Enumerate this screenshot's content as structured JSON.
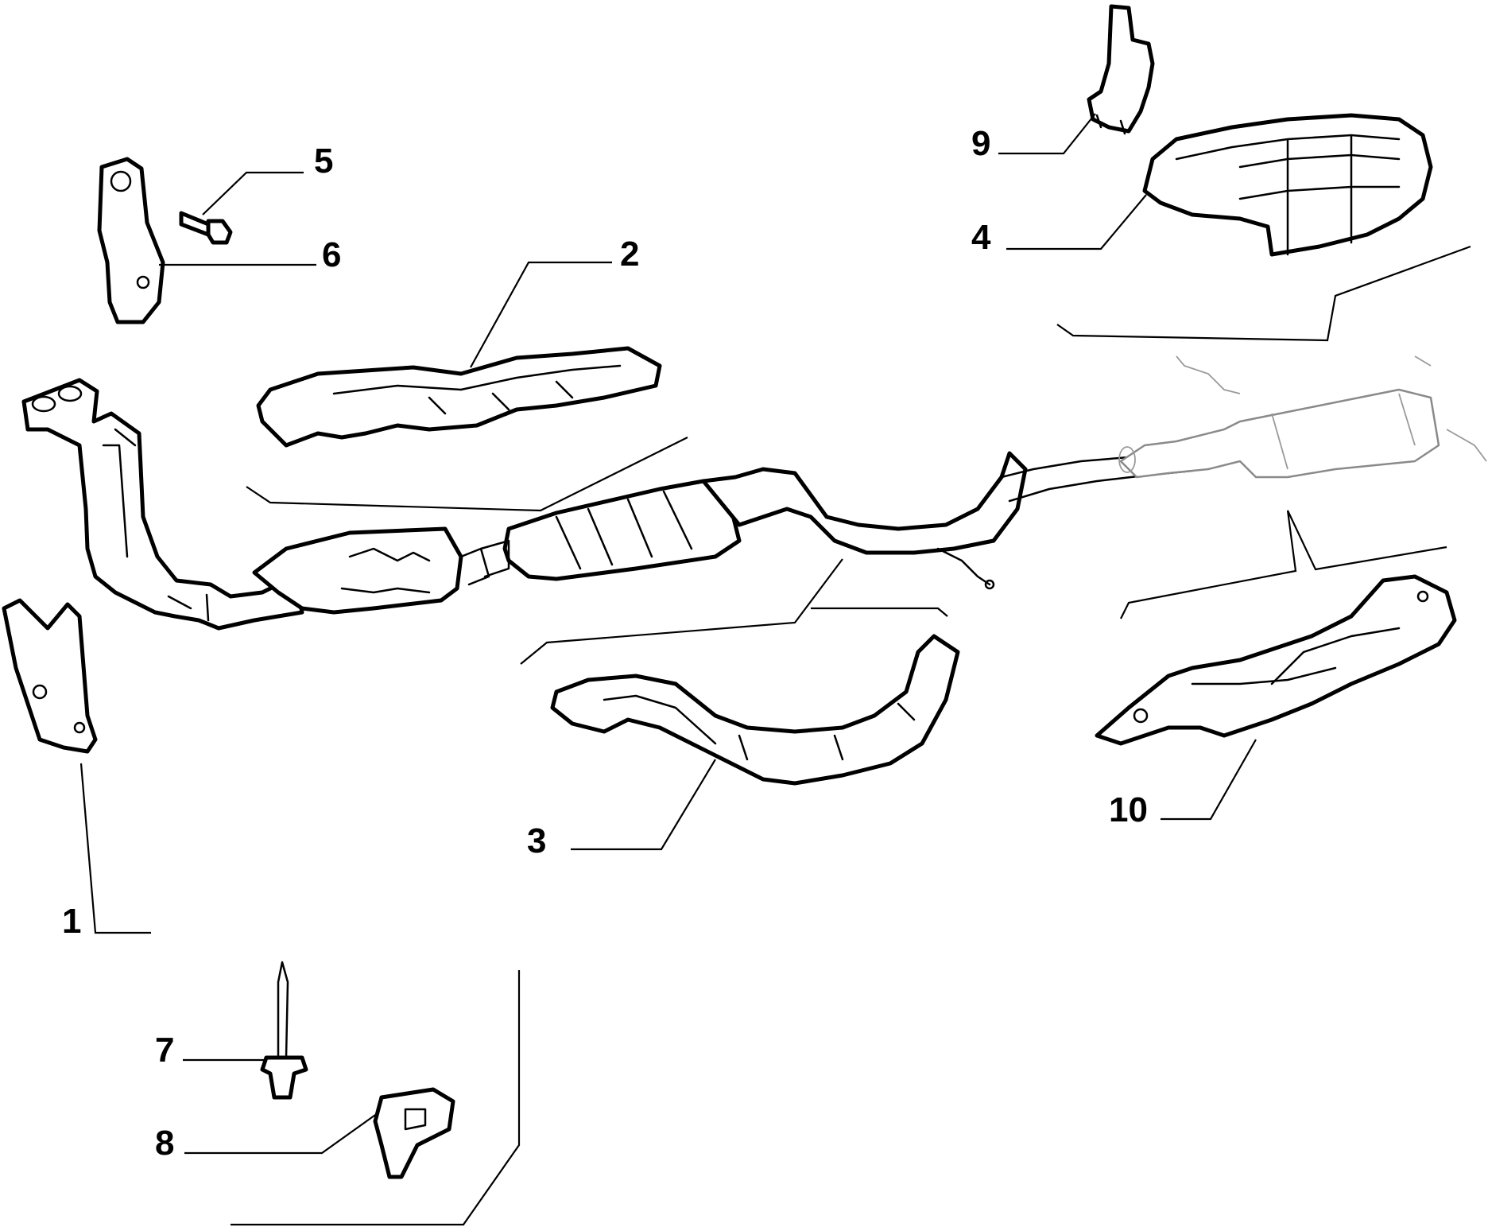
{
  "diagram": {
    "parts": [
      {
        "id": "1",
        "label": "1"
      },
      {
        "id": "2",
        "label": "2"
      },
      {
        "id": "3",
        "label": "3"
      },
      {
        "id": "4",
        "label": "4"
      },
      {
        "id": "5",
        "label": "5"
      },
      {
        "id": "6",
        "label": "6"
      },
      {
        "id": "7",
        "label": "7"
      },
      {
        "id": "8",
        "label": "8"
      },
      {
        "id": "9",
        "label": "9"
      },
      {
        "id": "10",
        "label": "10"
      }
    ]
  }
}
